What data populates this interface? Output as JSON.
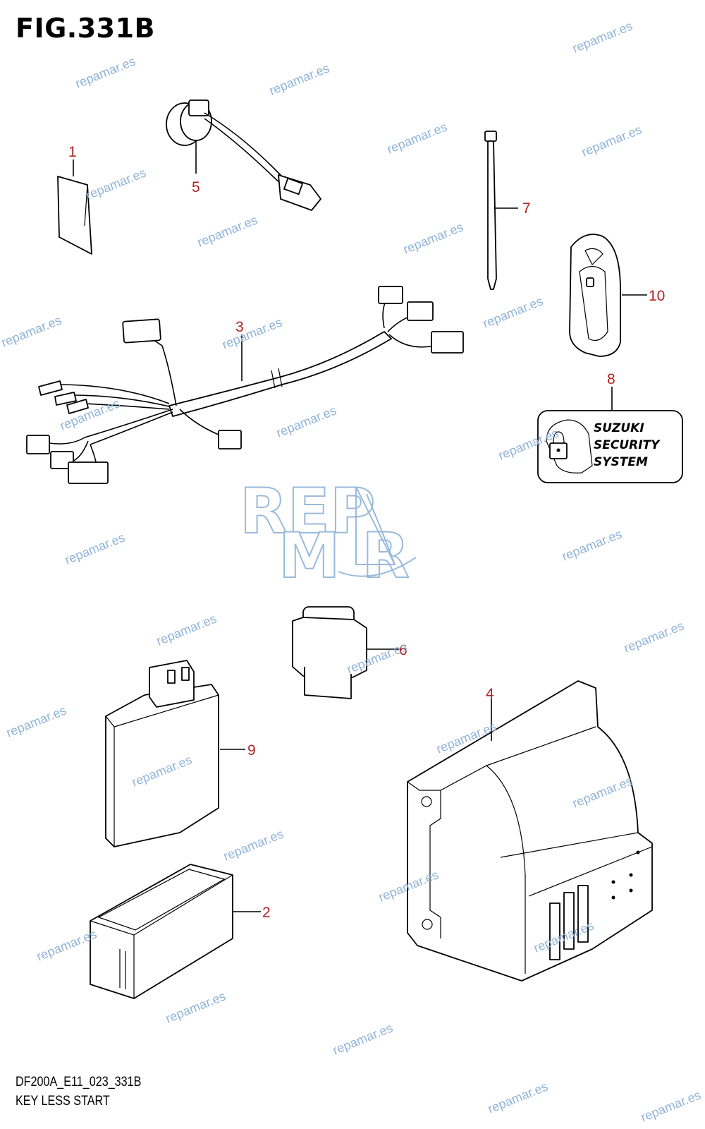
{
  "figure": {
    "title": "FIG.331B",
    "code": "DF200A_E11_023_331B",
    "subtitle": "KEY LESS START"
  },
  "callouts": [
    {
      "id": "1",
      "label": "1"
    },
    {
      "id": "2",
      "label": "2"
    },
    {
      "id": "3",
      "label": "3"
    },
    {
      "id": "4",
      "label": "4"
    },
    {
      "id": "5",
      "label": "5"
    },
    {
      "id": "6",
      "label": "6"
    },
    {
      "id": "7",
      "label": "7"
    },
    {
      "id": "8",
      "label": "8"
    },
    {
      "id": "9",
      "label": "9"
    },
    {
      "id": "10",
      "label": "10"
    }
  ],
  "security_label": {
    "line1": "SUZUKI",
    "line2": "SECURITY",
    "line3": "SYSTEM"
  },
  "watermark": {
    "text": "repamar.es",
    "logo_top": "REP",
    "logo_bottom": "M  R",
    "color": "#8fb3d9"
  },
  "colors": {
    "callout": "#b22222",
    "line": "#000000"
  }
}
